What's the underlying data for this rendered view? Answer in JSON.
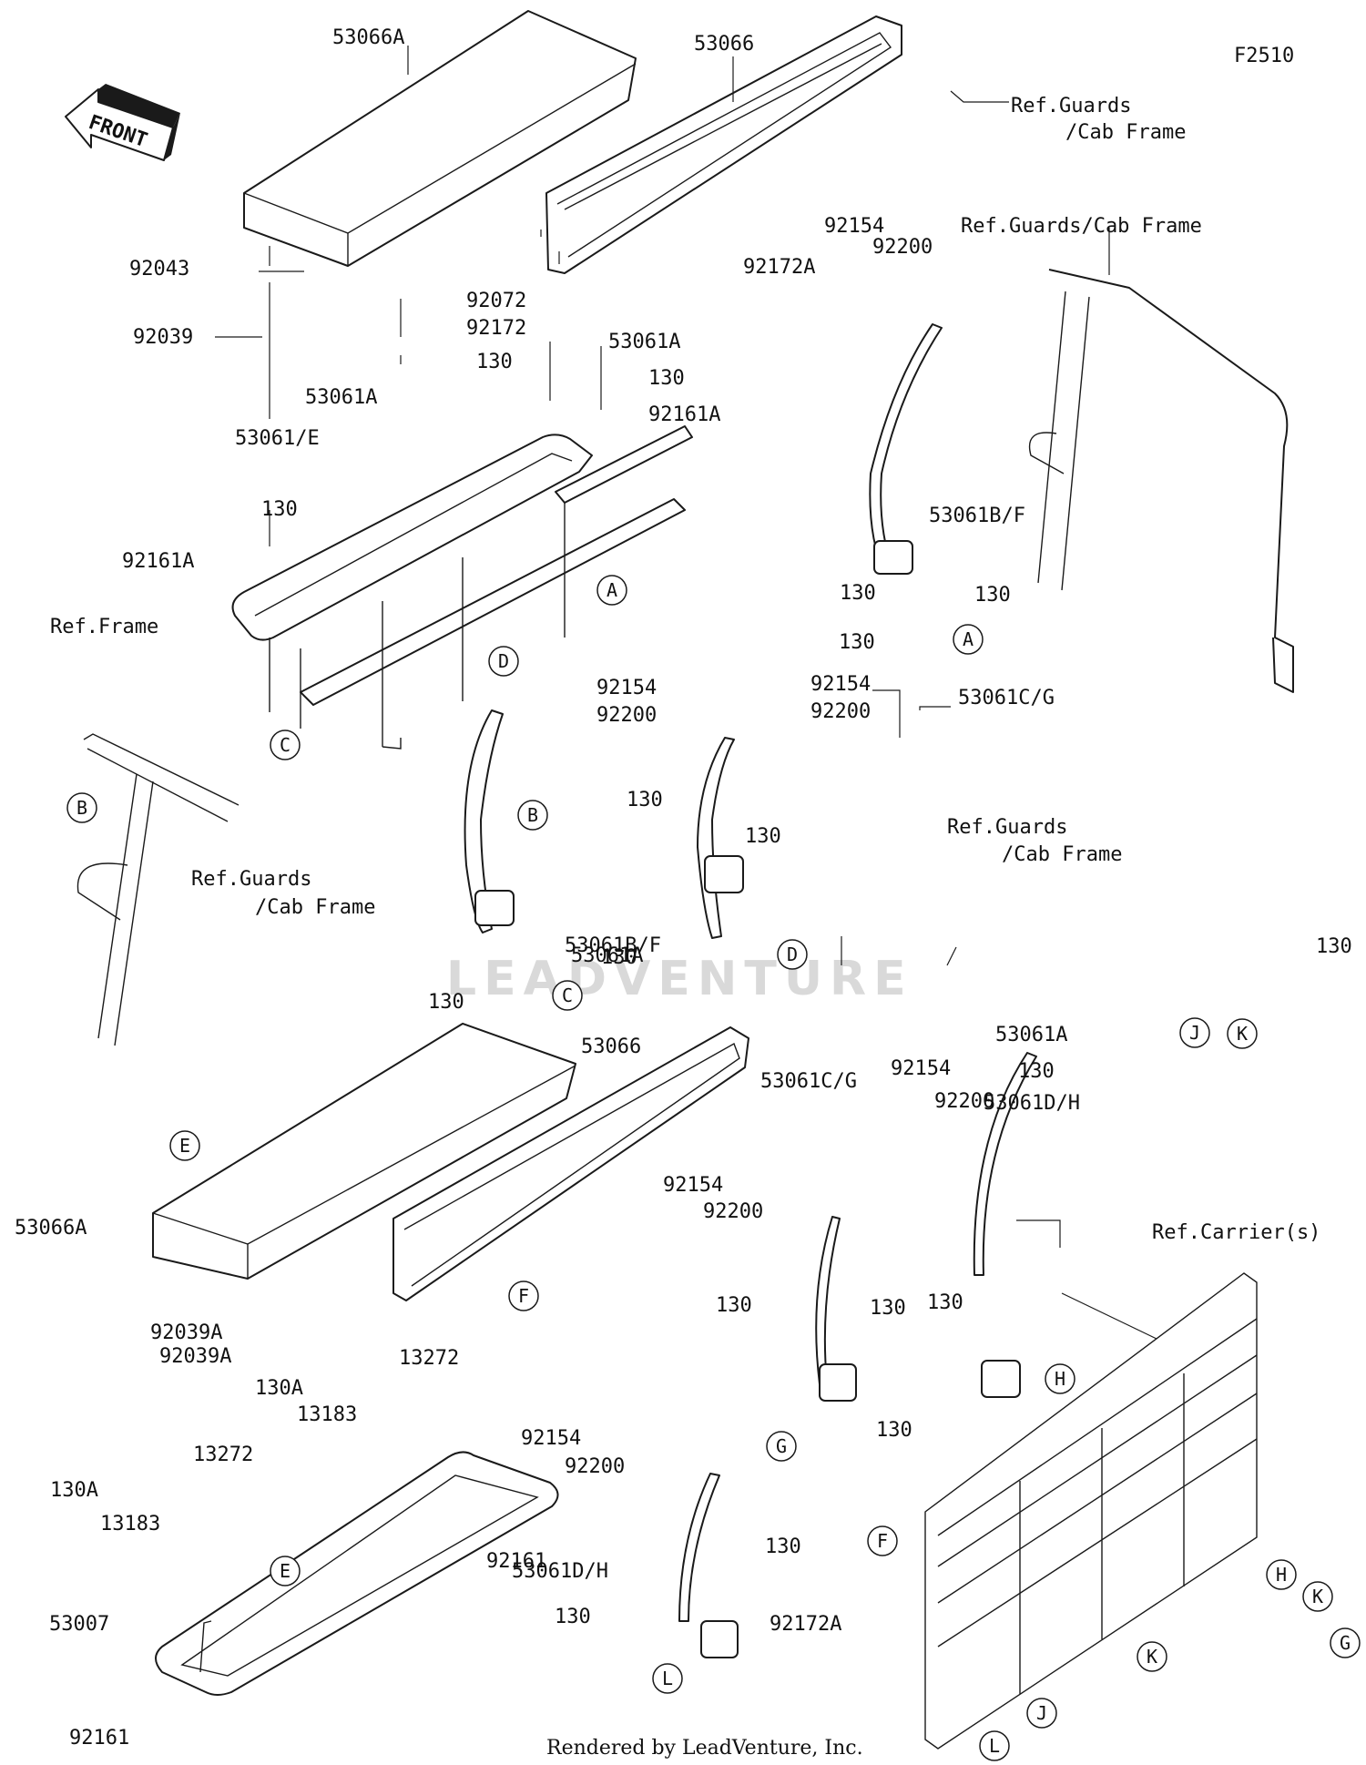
{
  "figure_code": "F2510",
  "front_label": "FRONT",
  "watermark": "LEADVENTURE",
  "footer": "Rendered by LeadVenture, Inc.",
  "callouts": [
    {
      "id": "c1",
      "text": "53066A"
    },
    {
      "id": "c2",
      "text": "53066"
    },
    {
      "id": "c3",
      "text": "Ref.Guards"
    },
    {
      "id": "c4",
      "text": "/Cab Frame"
    },
    {
      "id": "c5",
      "text": "Ref.Guards/Cab Frame"
    },
    {
      "id": "c6",
      "text": "92154"
    },
    {
      "id": "c7",
      "text": "92200"
    },
    {
      "id": "c8",
      "text": "92172A"
    },
    {
      "id": "c9",
      "text": "92043"
    },
    {
      "id": "c10",
      "text": "92039"
    },
    {
      "id": "c11",
      "text": "92072"
    },
    {
      "id": "c12",
      "text": "92172"
    },
    {
      "id": "c13",
      "text": "53061A"
    },
    {
      "id": "c14",
      "text": "130"
    },
    {
      "id": "c15",
      "text": "53061A"
    },
    {
      "id": "c16",
      "text": "130"
    },
    {
      "id": "c17",
      "text": "130"
    },
    {
      "id": "c18",
      "text": "92161A"
    },
    {
      "id": "c19",
      "text": "53061/E"
    },
    {
      "id": "c20",
      "text": "130"
    },
    {
      "id": "c21",
      "text": "92161A"
    },
    {
      "id": "c22",
      "text": "Ref.Frame"
    },
    {
      "id": "c23",
      "text": "53061B/F"
    },
    {
      "id": "c24",
      "text": "130"
    },
    {
      "id": "c25",
      "text": "130"
    },
    {
      "id": "c26",
      "text": "92154"
    },
    {
      "id": "c27",
      "text": "92200"
    },
    {
      "id": "c28",
      "text": "92154"
    },
    {
      "id": "c29",
      "text": "92200"
    },
    {
      "id": "c30",
      "text": "53061C/G"
    },
    {
      "id": "c31",
      "text": "Ref.Guards"
    },
    {
      "id": "c32",
      "text": "/Cab Frame"
    },
    {
      "id": "c33",
      "text": "Ref.Guards"
    },
    {
      "id": "c34",
      "text": "/Cab Frame"
    },
    {
      "id": "c35",
      "text": "130"
    },
    {
      "id": "c36",
      "text": "130"
    },
    {
      "id": "c37",
      "text": "53061B/F"
    },
    {
      "id": "c38",
      "text": "130"
    },
    {
      "id": "c39",
      "text": "130"
    },
    {
      "id": "c40",
      "text": "130"
    },
    {
      "id": "c41",
      "text": "53061A"
    },
    {
      "id": "c42",
      "text": "53061A"
    },
    {
      "id": "c43",
      "text": "130"
    },
    {
      "id": "c44",
      "text": "53066"
    },
    {
      "id": "c45",
      "text": "53061C/G"
    },
    {
      "id": "c46",
      "text": "92154"
    },
    {
      "id": "c47",
      "text": "92200"
    },
    {
      "id": "c48",
      "text": "53061D/H"
    },
    {
      "id": "c49",
      "text": "92154"
    },
    {
      "id": "c50",
      "text": "92200"
    },
    {
      "id": "c51",
      "text": "53066A"
    },
    {
      "id": "c52",
      "text": "Ref.Carrier(s)"
    },
    {
      "id": "c53",
      "text": "130"
    },
    {
      "id": "c54",
      "text": "130"
    },
    {
      "id": "c55",
      "text": "130"
    },
    {
      "id": "c56",
      "text": "130"
    },
    {
      "id": "c57",
      "text": "92039A"
    },
    {
      "id": "c58",
      "text": "92039A"
    },
    {
      "id": "c59",
      "text": "13272"
    },
    {
      "id": "c60",
      "text": "130A"
    },
    {
      "id": "c61",
      "text": "13183"
    },
    {
      "id": "c62",
      "text": "13272"
    },
    {
      "id": "c63",
      "text": "92154"
    },
    {
      "id": "c64",
      "text": "92200"
    },
    {
      "id": "c65",
      "text": "130A"
    },
    {
      "id": "c66",
      "text": "13183"
    },
    {
      "id": "c67",
      "text": "130"
    },
    {
      "id": "c68",
      "text": "92161"
    },
    {
      "id": "c69",
      "text": "53061D/H"
    },
    {
      "id": "c70",
      "text": "53007"
    },
    {
      "id": "c71",
      "text": "130"
    },
    {
      "id": "c72",
      "text": "92172A"
    },
    {
      "id": "c73",
      "text": "92161"
    }
  ],
  "refs": [
    {
      "id": "r1",
      "letter": "A"
    },
    {
      "id": "r2",
      "letter": "A"
    },
    {
      "id": "r3",
      "letter": "D"
    },
    {
      "id": "r4",
      "letter": "C"
    },
    {
      "id": "r5",
      "letter": "B"
    },
    {
      "id": "r6",
      "letter": "B"
    },
    {
      "id": "r7",
      "letter": "D"
    },
    {
      "id": "r8",
      "letter": "C"
    },
    {
      "id": "r9",
      "letter": "J"
    },
    {
      "id": "r10",
      "letter": "K"
    },
    {
      "id": "r11",
      "letter": "E"
    },
    {
      "id": "r12",
      "letter": "F"
    },
    {
      "id": "r13",
      "letter": "H"
    },
    {
      "id": "r14",
      "letter": "G"
    },
    {
      "id": "r15",
      "letter": "E"
    },
    {
      "id": "r16",
      "letter": "F"
    },
    {
      "id": "r17",
      "letter": "H"
    },
    {
      "id": "r18",
      "letter": "K"
    },
    {
      "id": "r19",
      "letter": "G"
    },
    {
      "id": "r20",
      "letter": "K"
    },
    {
      "id": "r21",
      "letter": "L"
    },
    {
      "id": "r22",
      "letter": "J"
    },
    {
      "id": "r23",
      "letter": "L"
    }
  ]
}
